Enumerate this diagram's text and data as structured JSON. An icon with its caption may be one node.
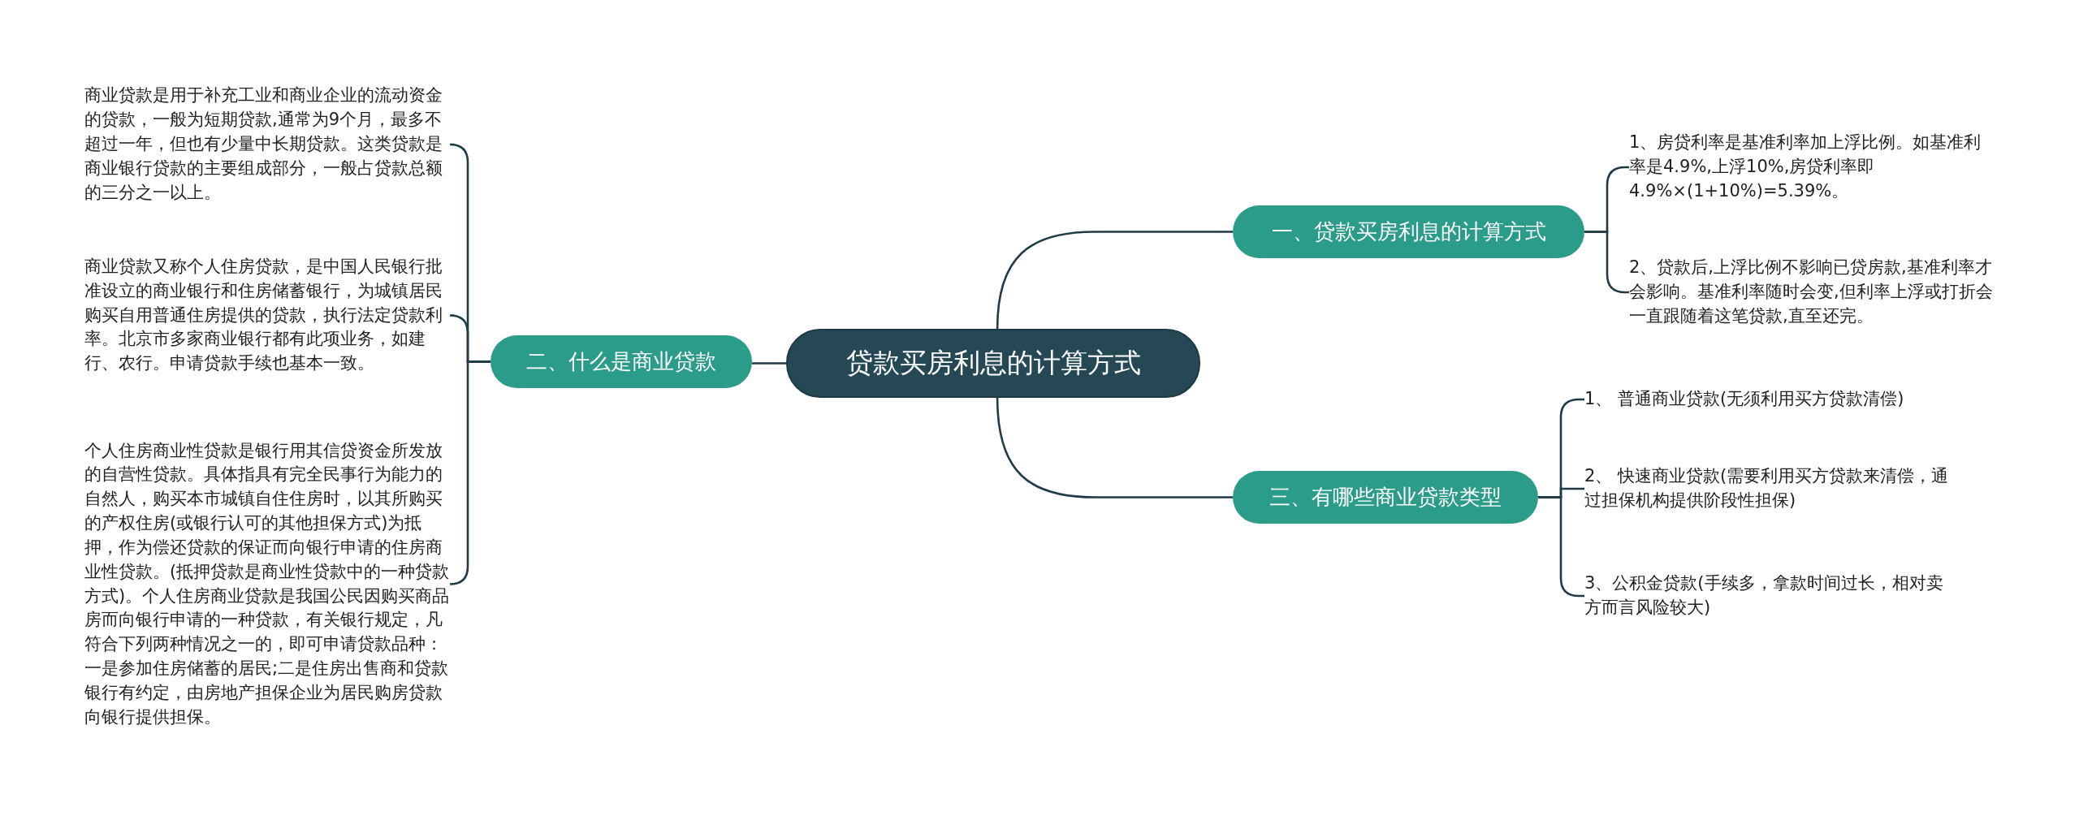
{
  "diagram": {
    "nodes": [
      {
        "text": [
          "贷款买房利息的计算方式"
        ]
      },
      {
        "text": [
          "一、贷款买房利息的计算方式"
        ]
      },
      {
        "text": [
          "1、房贷利率是基准利率加上浮比例。如基准利率是4.9%,上浮10%,房贷利率即4.9%×(1+10%)=5.39%。"
        ]
      },
      {
        "text": [
          "2、贷款后,上浮比例不影响已贷房款,基准利率才会影响。基准利率随时会变,但利率上浮或打折会一直跟随着这笔贷款,直至还完。"
        ]
      },
      {
        "text": [
          "二、什么是商业贷款"
        ]
      },
      {
        "text": [
          "商业贷款是用于补充工业和商业企业的流动资金的贷款，一般为短期贷款,通常为9个月，最多不超过一年，但也有少量中长期贷款。这类贷款是商业银行贷款的主要组成部分，一般占贷款总额的三分之一以上。"
        ]
      },
      {
        "text": [
          "商业贷款又称个人住房贷款，是中国人民银行批准设立的商业银行和住房储蓄银行，为城镇居民购买自用普通住房提供的贷款，执行法定贷款利率。北京市多家商业银行都有此项业务，如建行、农行。申请贷款手续也基本一致。"
        ]
      },
      {
        "text": [
          "个人住房商业性贷款是银行用其信贷资金所发放的自营性贷款。具体指具有完全民事行为能力的自然人，购买本市城镇自住住房时，以其所购买的产权住房(或银行认可的其他担保方式)为抵押，作为偿还贷款的保证而向银行申请的住房商业性贷款。(抵押贷款是商业性贷款中的一种贷款方式)。个人住房商业贷款是我国公民因购买商品房而向银行申请的一种贷款，有关银行规定，凡符合下列两种情况之一的，即可申请贷款品种：一是参加住房储蓄的居民;二是住房出售商和贷款银行有约定，由房地产担保企业为居民购房贷款向银行提供担保。"
        ]
      },
      {
        "text": [
          "三、有哪些商业贷款类型"
        ]
      },
      {
        "text": [
          "1、 普通商业贷款(无须利用买方贷款清偿)"
        ]
      },
      {
        "text": [
          "2、 快速商业贷款(需要利用买方贷款来清偿，通过担保机构提供阶段性担保)"
        ]
      },
      {
        "text": [
          "3、公积金贷款(手续多，拿款时间过长，相对卖方而言风险较大)"
        ]
      }
    ],
    "edges": [
      {
        "from": 0,
        "to": 1,
        "arrow": "none"
      },
      {
        "from": 1,
        "to": 2,
        "arrow": "none"
      },
      {
        "from": 1,
        "to": 3,
        "arrow": "none"
      },
      {
        "from": 0,
        "to": 4,
        "arrow": "none"
      },
      {
        "from": 4,
        "to": 5,
        "arrow": "none"
      },
      {
        "from": 4,
        "to": 6,
        "arrow": "none"
      },
      {
        "from": 4,
        "to": 7,
        "arrow": "none"
      },
      {
        "from": 0,
        "to": 8,
        "arrow": "none"
      },
      {
        "from": 8,
        "to": 9,
        "arrow": "none"
      },
      {
        "from": 8,
        "to": 10,
        "arrow": "none"
      },
      {
        "from": 8,
        "to": 11,
        "arrow": "none"
      }
    ]
  }
}
